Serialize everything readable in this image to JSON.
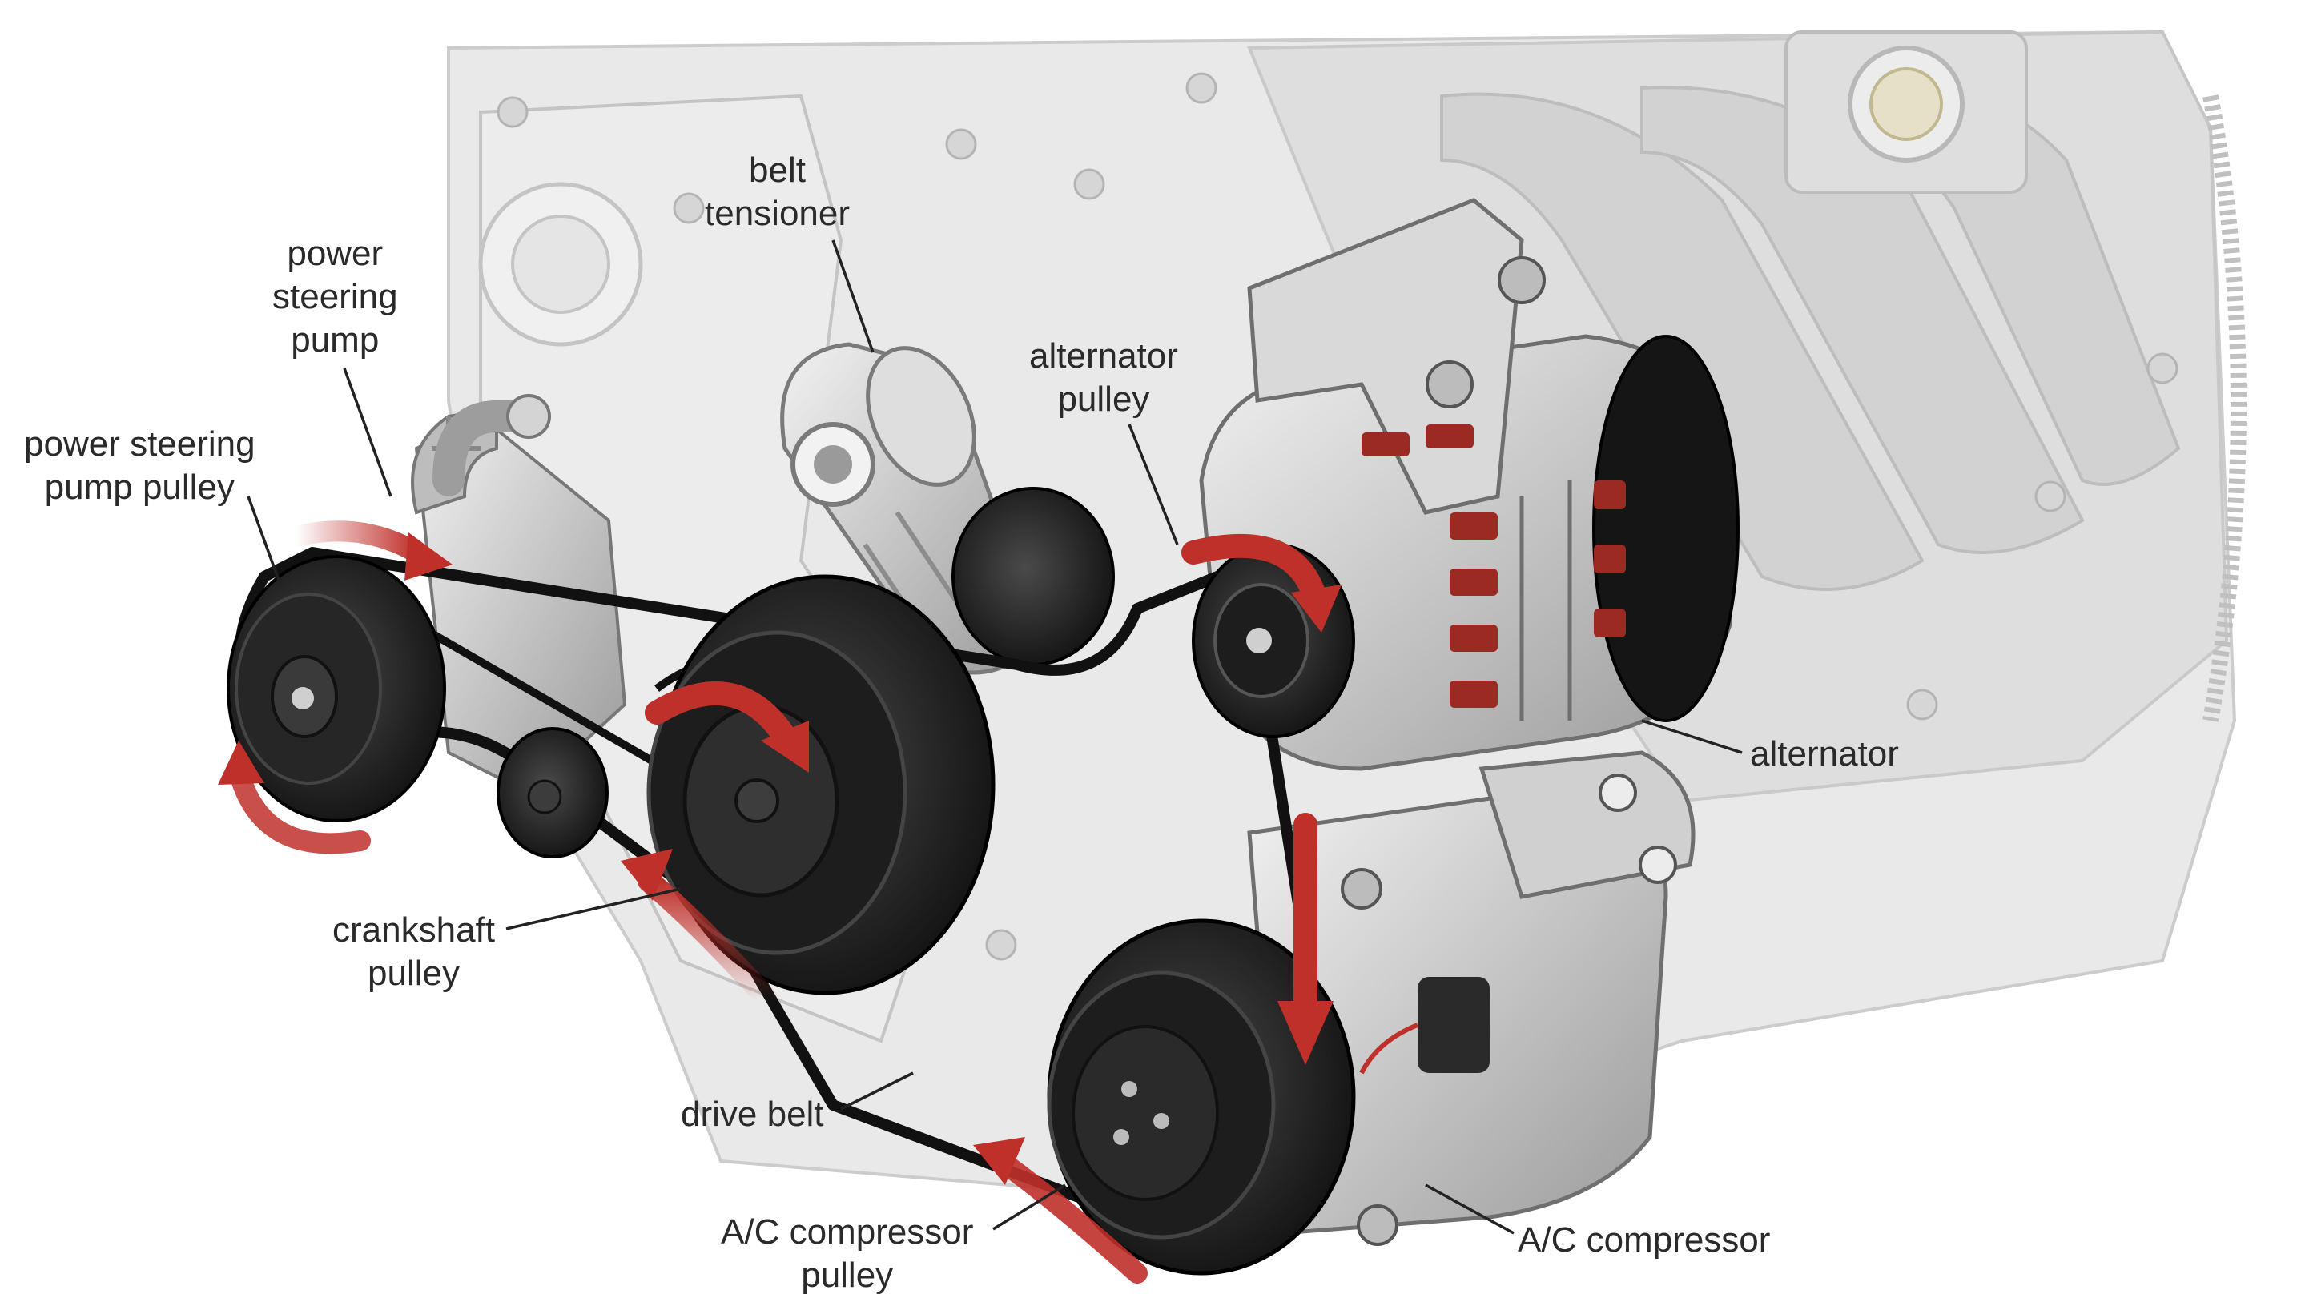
{
  "labels": {
    "belt_tensioner": [
      "belt",
      "tensioner"
    ],
    "power_steering_pump": [
      "power",
      "steering",
      "pump"
    ],
    "power_steering_pump_pulley": [
      "power steering",
      "pump pulley"
    ],
    "alternator_pulley": [
      "alternator",
      "pulley"
    ],
    "alternator": "alternator",
    "crankshaft_pulley": [
      "crankshaft",
      "pulley"
    ],
    "drive_belt": "drive belt",
    "ac_compressor_pulley": [
      "A/C compressor",
      "pulley"
    ],
    "ac_compressor": "A/C compressor"
  },
  "colors": {
    "engine_block": "#e6e6e6",
    "engine_outline": "#c8c8c8",
    "pulley_dark": "#1a1a1a",
    "pulley_mid": "#3a3a3a",
    "metal": "#cfcfcf",
    "metal_dark": "#8f8f8f",
    "coil_red": "#9b2a22",
    "arrow_red": "#c0302a",
    "belt": "#111111",
    "leader": "#222222"
  },
  "icons": {
    "rotation_arrows": "curved-arrow-icon",
    "flow_arrows": "straight-arrow-icon"
  }
}
